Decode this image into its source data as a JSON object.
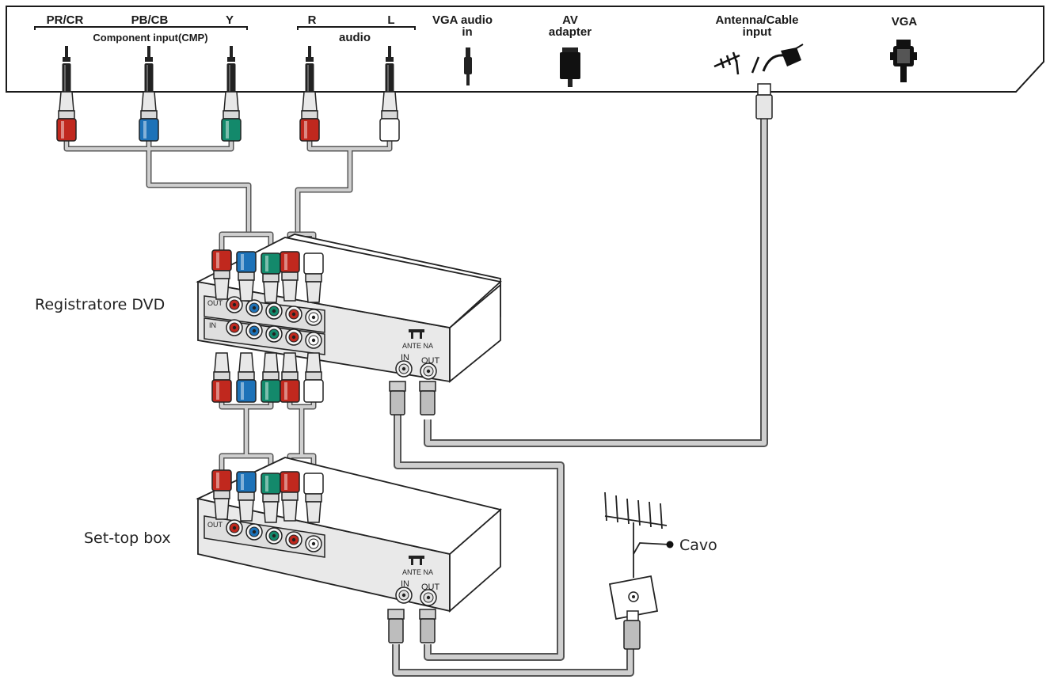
{
  "tv_panel": {
    "pr_cr": "PR/CR",
    "pb_cb": "PB/CB",
    "y": "Y",
    "component_group": "Component input(CMP)",
    "audio_r": "R",
    "audio_l": "L",
    "audio_group": "audio",
    "vga_audio_line1": "VGA audio",
    "vga_audio_line2": "in",
    "av_line1": "AV",
    "av_line2": "adapter",
    "antenna_line1": "Antenna/Cable",
    "antenna_line2": "input",
    "vga": "VGA"
  },
  "devices": {
    "dvd_recorder": "Registratore DVD",
    "set_top_box": "Set-top box",
    "cable": "Cavo"
  },
  "device_panel": {
    "out": "OUT",
    "in": "IN",
    "antenna": "ANTE NA",
    "ant_in": "IN",
    "ant_out": "OUT"
  },
  "colors": {
    "red": "#c0281e",
    "blue": "#1d72b8",
    "green": "#13896b",
    "white": "#ffffff",
    "cable": "#b4b4b4",
    "outline": "#2a2a2a"
  }
}
